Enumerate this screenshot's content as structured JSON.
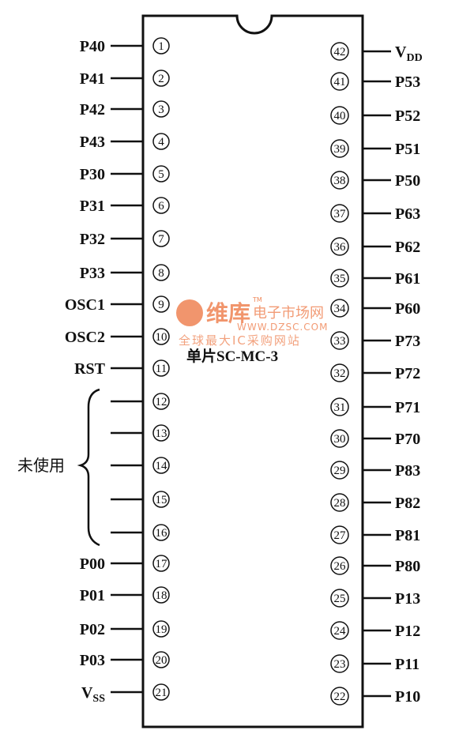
{
  "chip": {
    "label": "单片SC-MC-3"
  },
  "unused_label": "未使用",
  "watermark": {
    "brand": "维库",
    "name": "电子市场网",
    "tm": "TM",
    "url": "WWW.DZSC.COM",
    "slogan": "全球最大IC采购网站"
  },
  "left_pins": [
    {
      "num": "1",
      "label": "P40"
    },
    {
      "num": "2",
      "label": "P41"
    },
    {
      "num": "3",
      "label": "P42"
    },
    {
      "num": "4",
      "label": "P43"
    },
    {
      "num": "5",
      "label": "P30"
    },
    {
      "num": "6",
      "label": "P31"
    },
    {
      "num": "7",
      "label": "P32"
    },
    {
      "num": "8",
      "label": "P33"
    },
    {
      "num": "9",
      "label": "OSC1"
    },
    {
      "num": "10",
      "label": "OSC2"
    },
    {
      "num": "11",
      "label": "RST"
    },
    {
      "num": "12",
      "label": ""
    },
    {
      "num": "13",
      "label": ""
    },
    {
      "num": "14",
      "label": ""
    },
    {
      "num": "15",
      "label": ""
    },
    {
      "num": "16",
      "label": ""
    },
    {
      "num": "17",
      "label": "P00"
    },
    {
      "num": "18",
      "label": "P01"
    },
    {
      "num": "19",
      "label": "P02"
    },
    {
      "num": "20",
      "label": "P03"
    },
    {
      "num": "21",
      "label": "V",
      "sub": "SS"
    }
  ],
  "right_pins": [
    {
      "num": "42",
      "label": "V",
      "sub": "DD"
    },
    {
      "num": "41",
      "label": "P53"
    },
    {
      "num": "40",
      "label": "P52"
    },
    {
      "num": "39",
      "label": "P51"
    },
    {
      "num": "38",
      "label": "P50"
    },
    {
      "num": "37",
      "label": "P63"
    },
    {
      "num": "36",
      "label": "P62"
    },
    {
      "num": "35",
      "label": "P61"
    },
    {
      "num": "34",
      "label": "P60"
    },
    {
      "num": "33",
      "label": "P73"
    },
    {
      "num": "32",
      "label": "P72"
    },
    {
      "num": "31",
      "label": "P71"
    },
    {
      "num": "30",
      "label": "P70"
    },
    {
      "num": "29",
      "label": "P83"
    },
    {
      "num": "28",
      "label": "P82"
    },
    {
      "num": "27",
      "label": "P81"
    },
    {
      "num": "26",
      "label": "P80"
    },
    {
      "num": "25",
      "label": "P13"
    },
    {
      "num": "24",
      "label": "P12"
    },
    {
      "num": "23",
      "label": "P11"
    },
    {
      "num": "22",
      "label": "P10"
    }
  ]
}
